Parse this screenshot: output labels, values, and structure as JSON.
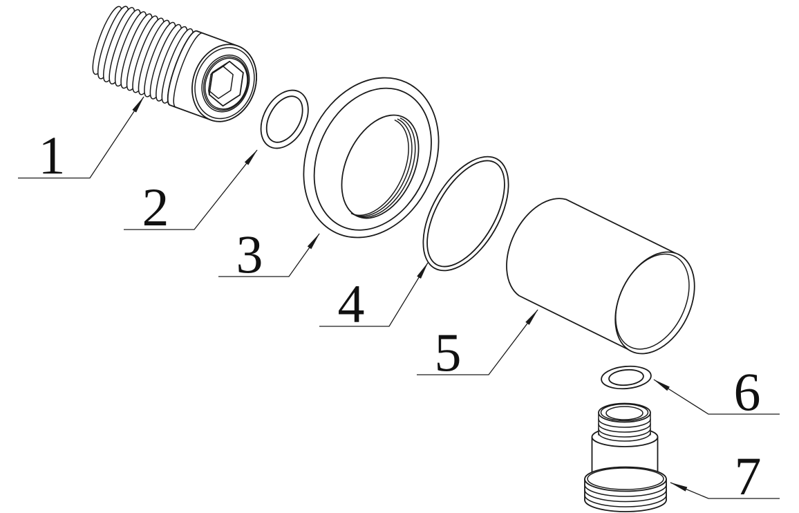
{
  "figure": {
    "type": "exploded-assembly-line-drawing",
    "background_color": "#ffffff",
    "ink_color": "#1a1a1a",
    "parts_count": "7"
  },
  "callouts": [
    {
      "number": "1"
    },
    {
      "number": "2"
    },
    {
      "number": "3"
    },
    {
      "number": "4"
    },
    {
      "number": "5"
    },
    {
      "number": "6"
    },
    {
      "number": "7"
    }
  ]
}
